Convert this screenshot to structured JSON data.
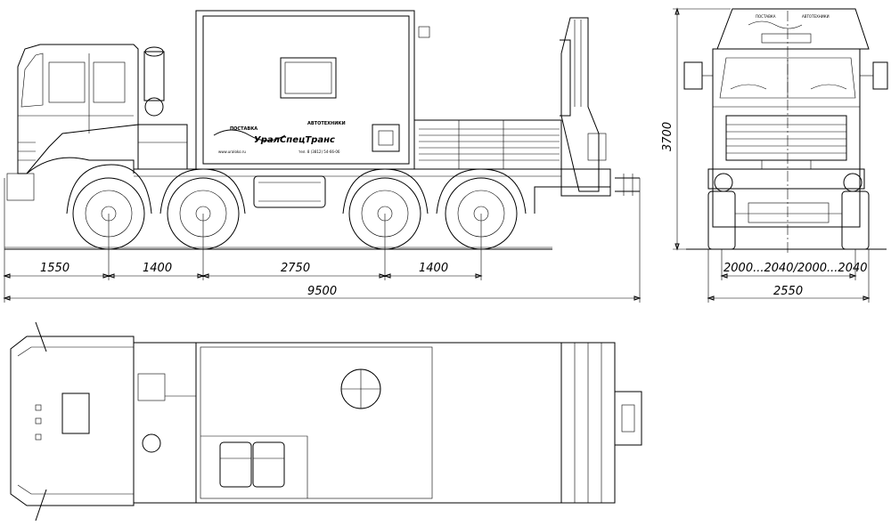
{
  "side_view": {
    "dimensions": {
      "front_overhang": "1550",
      "wheelbase_1": "1400",
      "wheelbase_2": "2750",
      "wheelbase_3": "1400",
      "overall_length": "9500"
    },
    "body_label": {
      "supply": "ПОСТАВКА",
      "category": "АВТОТЕХНИКИ",
      "brand": "УралСпецТранс",
      "website": "www.uraloko.ru",
      "phone": "тел. 8 (3812) 54-66-06"
    }
  },
  "front_view": {
    "dimensions": {
      "overall_height": "3700",
      "track": "2000...2040/2000...2040",
      "overall_width": "2550"
    }
  }
}
